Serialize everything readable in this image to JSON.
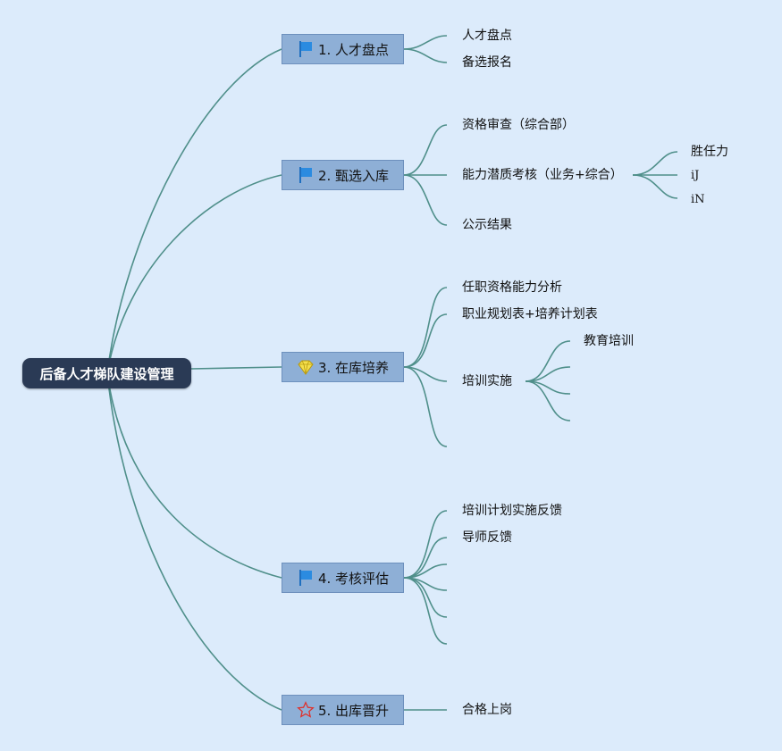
{
  "root": {
    "label": "后备人才梯队建设管理"
  },
  "branches": [
    {
      "label": "1. 人才盘点",
      "icon": "flag-icon",
      "children": [
        {
          "label": "人才盘点"
        },
        {
          "label": "备选报名"
        }
      ]
    },
    {
      "label": "2. 甄选入库",
      "icon": "flag-icon",
      "children": [
        {
          "label": "资格审查（综合部）"
        },
        {
          "label": "能力潜质考核（业务+综合）",
          "children": [
            {
              "label": "胜任力"
            },
            {
              "label": "iJ"
            },
            {
              "label": "iN"
            }
          ]
        },
        {
          "label": "公示结果"
        }
      ]
    },
    {
      "label": "3. 在库培养",
      "icon": "diamond-icon",
      "children": [
        {
          "label": "任职资格能力分析"
        },
        {
          "label": "职业规划表+培养计划表"
        },
        {
          "label": "培训实施",
          "children": [
            {
              "label": "教育培训"
            },
            {
              "label": ""
            },
            {
              "label": ""
            },
            {
              "label": ""
            }
          ]
        },
        {
          "label": ""
        }
      ]
    },
    {
      "label": "4. 考核评估",
      "icon": "flag-icon",
      "children": [
        {
          "label": "培训计划实施反馈"
        },
        {
          "label": "导师反馈"
        },
        {
          "label": ""
        },
        {
          "label": ""
        },
        {
          "label": ""
        },
        {
          "label": ""
        }
      ]
    },
    {
      "label": "5. 出库晋升",
      "icon": "star-icon",
      "children": [
        {
          "label": "合格上岗"
        }
      ]
    }
  ]
}
